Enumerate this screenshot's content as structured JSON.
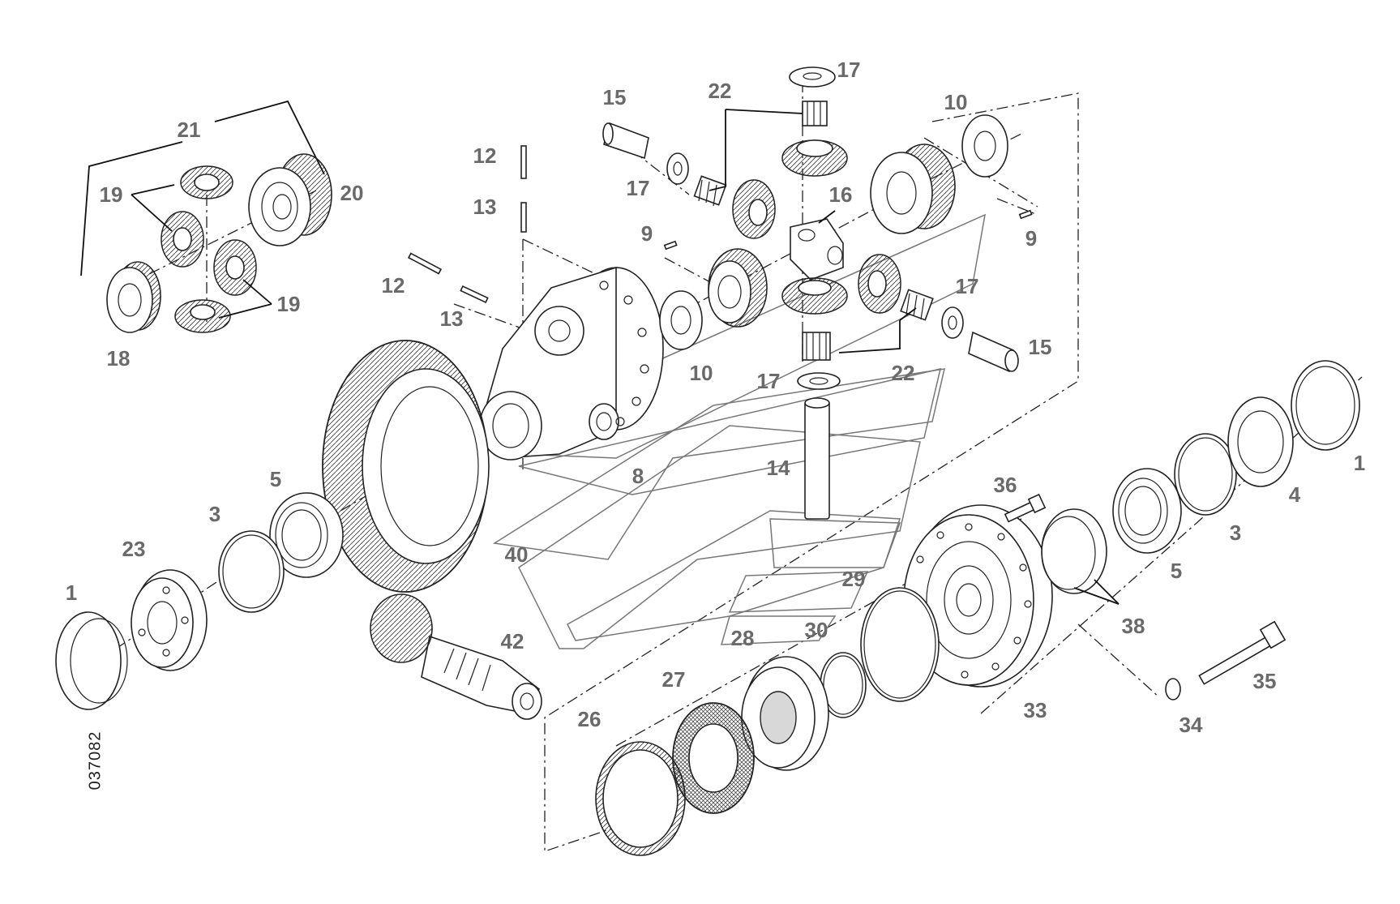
{
  "drawing_id": "037082",
  "callouts": [
    {
      "id": "c21",
      "text": "21"
    },
    {
      "id": "c19a",
      "text": "19"
    },
    {
      "id": "c20",
      "text": "20"
    },
    {
      "id": "c19b",
      "text": "19"
    },
    {
      "id": "c18",
      "text": "18"
    },
    {
      "id": "c12a",
      "text": "12"
    },
    {
      "id": "c13a",
      "text": "13"
    },
    {
      "id": "c12b",
      "text": "12"
    },
    {
      "id": "c13b",
      "text": "13"
    },
    {
      "id": "c15a",
      "text": "15"
    },
    {
      "id": "c22a",
      "text": "22"
    },
    {
      "id": "c17a",
      "text": "17"
    },
    {
      "id": "c17b",
      "text": "17"
    },
    {
      "id": "c10a",
      "text": "10"
    },
    {
      "id": "c16",
      "text": "16"
    },
    {
      "id": "c9a",
      "text": "9"
    },
    {
      "id": "c9b",
      "text": "9"
    },
    {
      "id": "c17c",
      "text": "17"
    },
    {
      "id": "c15b",
      "text": "15"
    },
    {
      "id": "c22b",
      "text": "22"
    },
    {
      "id": "c10b",
      "text": "10"
    },
    {
      "id": "c17d",
      "text": "17"
    },
    {
      "id": "c8",
      "text": "8"
    },
    {
      "id": "c14",
      "text": "14"
    },
    {
      "id": "c5a",
      "text": "5"
    },
    {
      "id": "c3a",
      "text": "3"
    },
    {
      "id": "c23",
      "text": "23"
    },
    {
      "id": "c1a",
      "text": "1"
    },
    {
      "id": "c40",
      "text": "40"
    },
    {
      "id": "c42",
      "text": "42"
    },
    {
      "id": "c29",
      "text": "29"
    },
    {
      "id": "c28",
      "text": "28"
    },
    {
      "id": "c30",
      "text": "30"
    },
    {
      "id": "c27",
      "text": "27"
    },
    {
      "id": "c26",
      "text": "26"
    },
    {
      "id": "c36",
      "text": "36"
    },
    {
      "id": "c33",
      "text": "33"
    },
    {
      "id": "c38",
      "text": "38"
    },
    {
      "id": "c5b",
      "text": "5"
    },
    {
      "id": "c3b",
      "text": "3"
    },
    {
      "id": "c4",
      "text": "4"
    },
    {
      "id": "c1b",
      "text": "1"
    },
    {
      "id": "c35",
      "text": "35"
    },
    {
      "id": "c34",
      "text": "34"
    }
  ]
}
